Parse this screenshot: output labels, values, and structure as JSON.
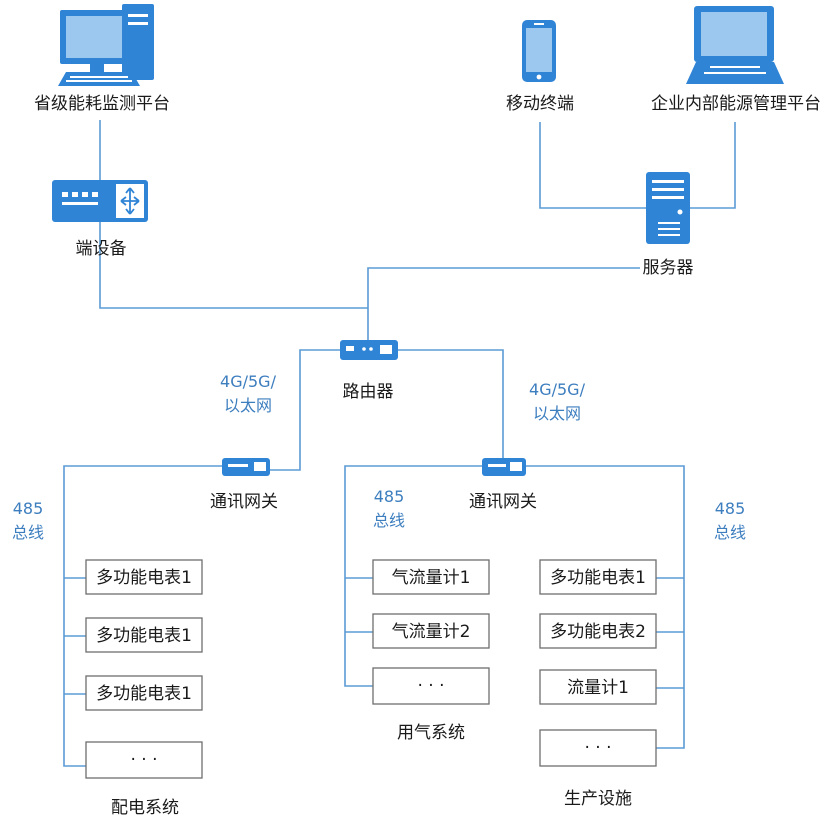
{
  "nodes": {
    "provincial_platform": "省级能耗监测平台",
    "mobile_terminal": "移动终端",
    "enterprise_platform": "企业内部能源管理平台",
    "terminal_device": "端设备",
    "server": "服务器",
    "router": "路由器",
    "gateway_left": "通讯网关",
    "gateway_right": "通讯网关"
  },
  "links": {
    "left_uplink": [
      "4G/5G/",
      "以太网"
    ],
    "right_uplink": [
      "4G/5G/",
      "以太网"
    ],
    "bus_left": [
      "485",
      "总线"
    ],
    "bus_mid": [
      "485",
      "总线"
    ],
    "bus_right": [
      "485",
      "总线"
    ]
  },
  "systems": {
    "power_distribution": {
      "title": "配电系统",
      "items": [
        "多功能电表1",
        "多功能电表1",
        "多功能电表1",
        "· · ·"
      ]
    },
    "gas": {
      "title": "用气系统",
      "items": [
        "气流量计1",
        "气流量计2",
        "· · ·"
      ]
    },
    "production": {
      "title": "生产设施",
      "items": [
        "多功能电表1",
        "多功能电表2",
        "流量计1",
        "· · ·"
      ]
    }
  },
  "colors": {
    "device_blue": "#2f84d6",
    "line_blue": "#5b9bd5",
    "label_blue": "#3d7ebf"
  }
}
